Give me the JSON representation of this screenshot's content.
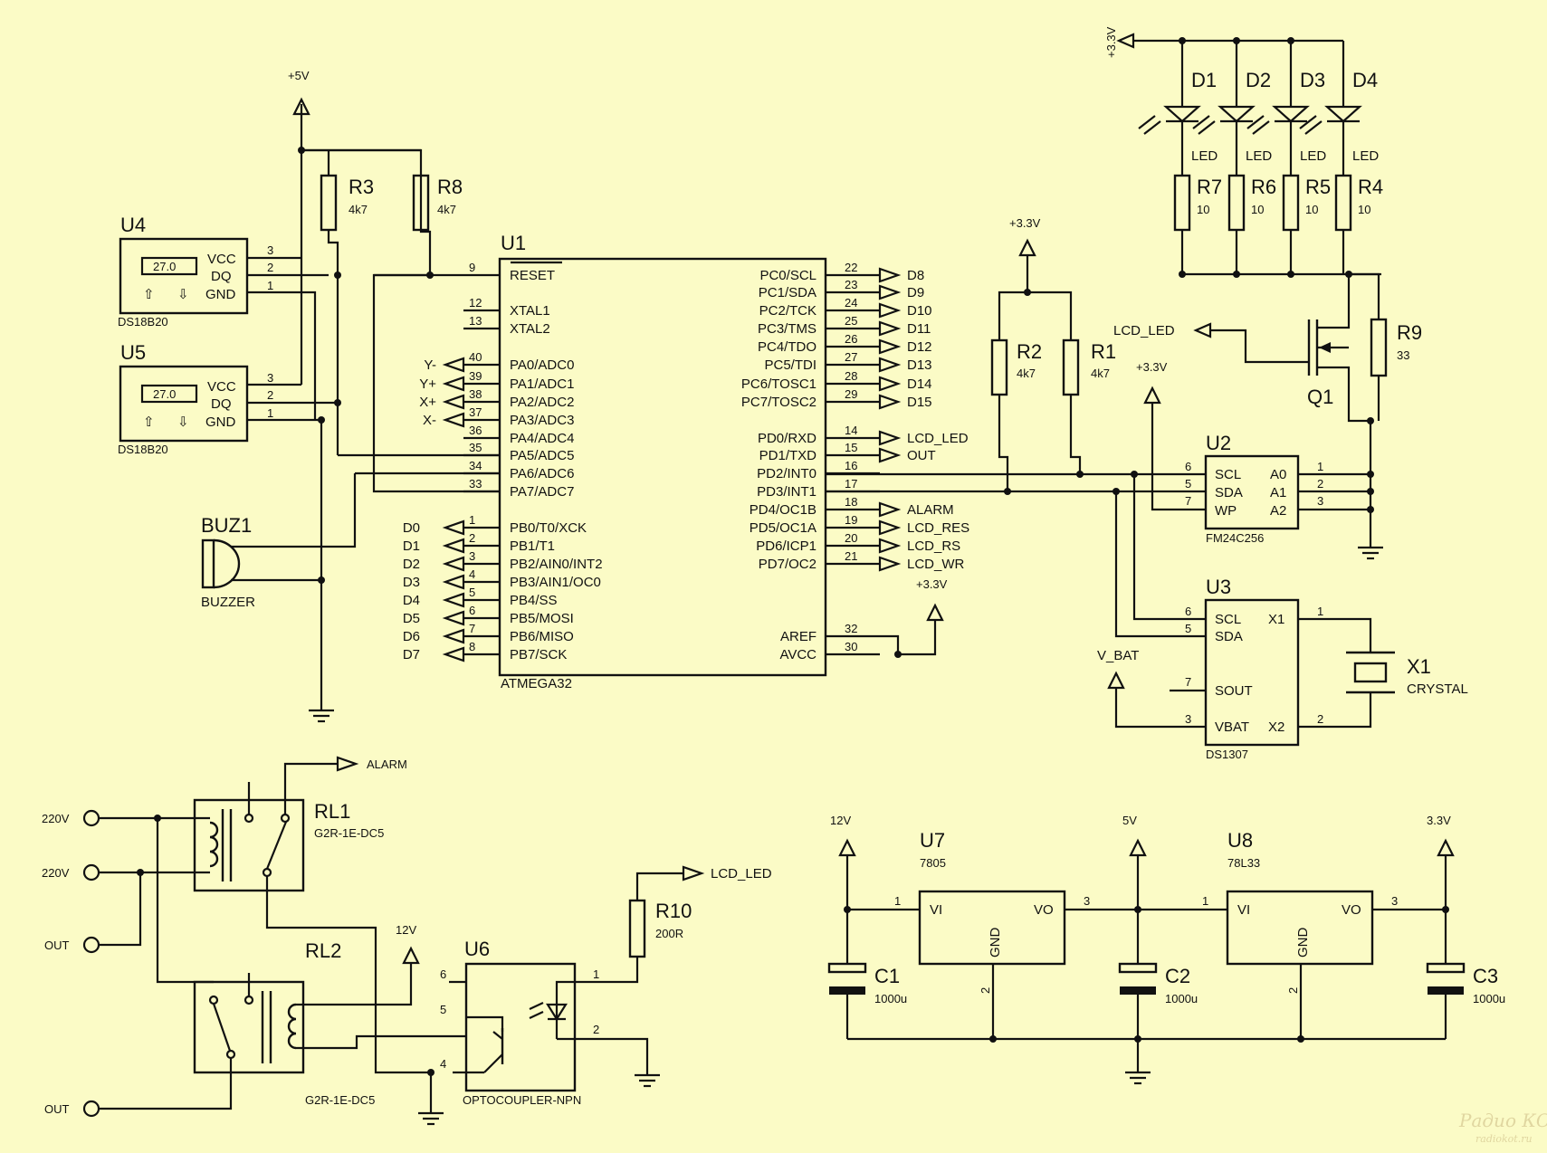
{
  "colors": {
    "background": "#fbfbc6",
    "ink": "#111111"
  },
  "u1": {
    "ref": "U1",
    "part": "ATMEGA32",
    "left_pins": [
      {
        "n": "9",
        "name": "RESET"
      },
      {
        "n": "12",
        "name": "XTAL1"
      },
      {
        "n": "13",
        "name": "XTAL2"
      },
      {
        "n": "40",
        "name": "PA0/ADC0"
      },
      {
        "n": "39",
        "name": "PA1/ADC1"
      },
      {
        "n": "38",
        "name": "PA2/ADC2"
      },
      {
        "n": "37",
        "name": "PA3/ADC3"
      },
      {
        "n": "36",
        "name": "PA4/ADC4"
      },
      {
        "n": "35",
        "name": "PA5/ADC5"
      },
      {
        "n": "34",
        "name": "PA6/ADC6"
      },
      {
        "n": "33",
        "name": "PA7/ADC7"
      },
      {
        "n": "1",
        "name": "PB0/T0/XCK"
      },
      {
        "n": "2",
        "name": "PB1/T1"
      },
      {
        "n": "3",
        "name": "PB2/AIN0/INT2"
      },
      {
        "n": "4",
        "name": "PB3/AIN1/OC0"
      },
      {
        "n": "5",
        "name": "PB4/SS"
      },
      {
        "n": "6",
        "name": "PB5/MOSI"
      },
      {
        "n": "7",
        "name": "PB6/MISO"
      },
      {
        "n": "8",
        "name": "PB7/SCK"
      }
    ],
    "right_pins": [
      {
        "n": "22",
        "name": "PC0/SCL"
      },
      {
        "n": "23",
        "name": "PC1/SDA"
      },
      {
        "n": "24",
        "name": "PC2/TCK"
      },
      {
        "n": "25",
        "name": "PC3/TMS"
      },
      {
        "n": "26",
        "name": "PC4/TDO"
      },
      {
        "n": "27",
        "name": "PC5/TDI"
      },
      {
        "n": "28",
        "name": "PC6/TOSC1"
      },
      {
        "n": "29",
        "name": "PC7/TOSC2"
      },
      {
        "n": "14",
        "name": "PD0/RXD"
      },
      {
        "n": "15",
        "name": "PD1/TXD"
      },
      {
        "n": "16",
        "name": "PD2/INT0"
      },
      {
        "n": "17",
        "name": "PD3/INT1"
      },
      {
        "n": "18",
        "name": "PD4/OC1B"
      },
      {
        "n": "19",
        "name": "PD5/OC1A"
      },
      {
        "n": "20",
        "name": "PD6/ICP1"
      },
      {
        "n": "21",
        "name": "PD7/OC2"
      },
      {
        "n": "32",
        "name": "AREF"
      },
      {
        "n": "30",
        "name": "AVCC"
      }
    ],
    "pc_nets": [
      "D8",
      "D9",
      "D10",
      "D11",
      "D12",
      "D13",
      "D14",
      "D15"
    ],
    "pd_nets": {
      "pd0": "LCD_LED",
      "pd1": "OUT",
      "pd4": "ALARM",
      "pd5": "LCD_RES",
      "pd6": "LCD_RS",
      "pd7": "LCD_WR"
    },
    "pa_nets": [
      "Y-",
      "Y+",
      "X+",
      "X-"
    ],
    "pb_nets": [
      "D0",
      "D1",
      "D2",
      "D3",
      "D4",
      "D5",
      "D6",
      "D7"
    ],
    "avcc_supply": "+3.3V"
  },
  "u4": {
    "ref": "U4",
    "part": "DS18B20",
    "display": "27.0",
    "pins": [
      "VCC",
      "DQ",
      "GND"
    ],
    "nums": [
      "3",
      "2",
      "1"
    ]
  },
  "u5": {
    "ref": "U5",
    "part": "DS18B20",
    "display": "27.0",
    "pins": [
      "VCC",
      "DQ",
      "GND"
    ],
    "nums": [
      "3",
      "2",
      "1"
    ]
  },
  "icons": {
    "up": "⇧",
    "down": "⇩",
    "up_icon": "up-arrow-icon",
    "down_icon": "down-arrow-icon"
  },
  "supply_5v": "+5V",
  "r3": {
    "ref": "R3",
    "val": "4k7"
  },
  "r8": {
    "ref": "R8",
    "val": "4k7"
  },
  "buz": {
    "ref": "BUZ1",
    "part": "BUZZER"
  },
  "leds": {
    "supply": "+3.3V",
    "items": [
      {
        "ref": "D1",
        "type": "LED"
      },
      {
        "ref": "D2",
        "type": "LED"
      },
      {
        "ref": "D3",
        "type": "LED"
      },
      {
        "ref": "D4",
        "type": "LED"
      }
    ],
    "res": [
      {
        "ref": "R7",
        "val": "10"
      },
      {
        "ref": "R6",
        "val": "10"
      },
      {
        "ref": "R5",
        "val": "10"
      },
      {
        "ref": "R4",
        "val": "10"
      }
    ]
  },
  "q1": {
    "ref": "Q1",
    "gate_net": "LCD_LED"
  },
  "r9": {
    "ref": "R9",
    "val": "33"
  },
  "pull": {
    "supply": "+3.3V",
    "r2": {
      "ref": "R2",
      "val": "4k7"
    },
    "r1": {
      "ref": "R1",
      "val": "4k7"
    }
  },
  "u2": {
    "ref": "U2",
    "part": "FM24C256",
    "supply": "+3.3V",
    "left": [
      {
        "n": "6",
        "name": "SCL"
      },
      {
        "n": "5",
        "name": "SDA"
      },
      {
        "n": "7",
        "name": "WP"
      }
    ],
    "right": [
      {
        "n": "1",
        "name": "A0"
      },
      {
        "n": "2",
        "name": "A1"
      },
      {
        "n": "3",
        "name": "A2"
      }
    ]
  },
  "u3": {
    "ref": "U3",
    "part": "DS1307",
    "vbat_net": "V_BAT",
    "left": [
      {
        "n": "6",
        "name": "SCL"
      },
      {
        "n": "5",
        "name": "SDA"
      },
      {
        "n": "7",
        "name": "SOUT"
      },
      {
        "n": "3",
        "name": "VBAT"
      }
    ],
    "right": [
      {
        "n": "1",
        "name": "X1"
      },
      {
        "n": "2",
        "name": "X2"
      }
    ]
  },
  "x1": {
    "ref": "X1",
    "part": "CRYSTAL"
  },
  "relays": {
    "rl1": {
      "ref": "RL1",
      "part": "G2R-1E-DC5",
      "alarm": "ALARM"
    },
    "rl2": {
      "ref": "RL2",
      "part": "G2R-1E-DC5",
      "supply": "12V"
    },
    "terminals": [
      "220V",
      "220V",
      "OUT",
      "OUT"
    ]
  },
  "u6": {
    "ref": "U6",
    "part": "OPTOCOUPLER-NPN",
    "pins": [
      "6",
      "5",
      "4",
      "1",
      "2"
    ]
  },
  "r10": {
    "ref": "R10",
    "val": "200R",
    "net": "LCD_LED"
  },
  "psu": {
    "in": "12V",
    "mid": "5V",
    "out": "3.3V",
    "u7": {
      "ref": "U7",
      "part": "7805"
    },
    "u8": {
      "ref": "U8",
      "part": "78L33"
    },
    "reg_pins": {
      "vi": "VI",
      "vo": "VO",
      "gnd": "GND",
      "n1": "1",
      "n2": "2",
      "n3": "3"
    },
    "caps": [
      {
        "ref": "C1",
        "val": "1000u"
      },
      {
        "ref": "C2",
        "val": "1000u"
      },
      {
        "ref": "C3",
        "val": "1000u"
      }
    ]
  },
  "watermark": {
    "line1": "Радио КОТ",
    "line2": "radiokot.ru"
  }
}
